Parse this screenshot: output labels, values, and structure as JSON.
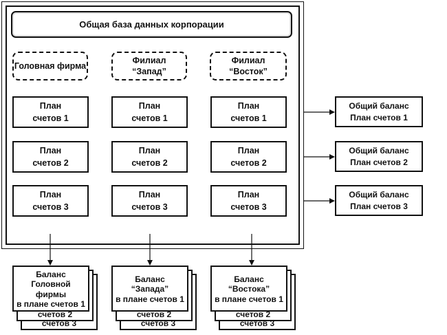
{
  "database": {
    "title": "Общая база данных корпорации"
  },
  "units": [
    {
      "label": "Головная фирма"
    },
    {
      "label": "Филиал\n“Запад”"
    },
    {
      "label": "Филиал\n“Восток”"
    }
  ],
  "plans": [
    {
      "label": "План\nсчетов 1"
    },
    {
      "label": "План\nсчетов 2"
    },
    {
      "label": "План\nсчетов 3"
    }
  ],
  "balances": [
    {
      "label": "Общий баланс\nПлан счетов 1"
    },
    {
      "label": "Общий баланс\nПлан счетов 2"
    },
    {
      "label": "Общий баланс\nПлан счетов 3"
    }
  ],
  "unit_balances": [
    {
      "front": "Баланс\nГоловной\nфирмы\nв плане счетов 1",
      "second": "счетов 2",
      "third": "счетов 3"
    },
    {
      "front": "Баланс\n“Запада”\nв плане счетов 1",
      "second": "счетов 2",
      "third": "счетов 3"
    },
    {
      "front": "Баланс\n“Востока”\nв плане счетов 1",
      "second": "счетов 2",
      "third": "счетов 3"
    }
  ]
}
